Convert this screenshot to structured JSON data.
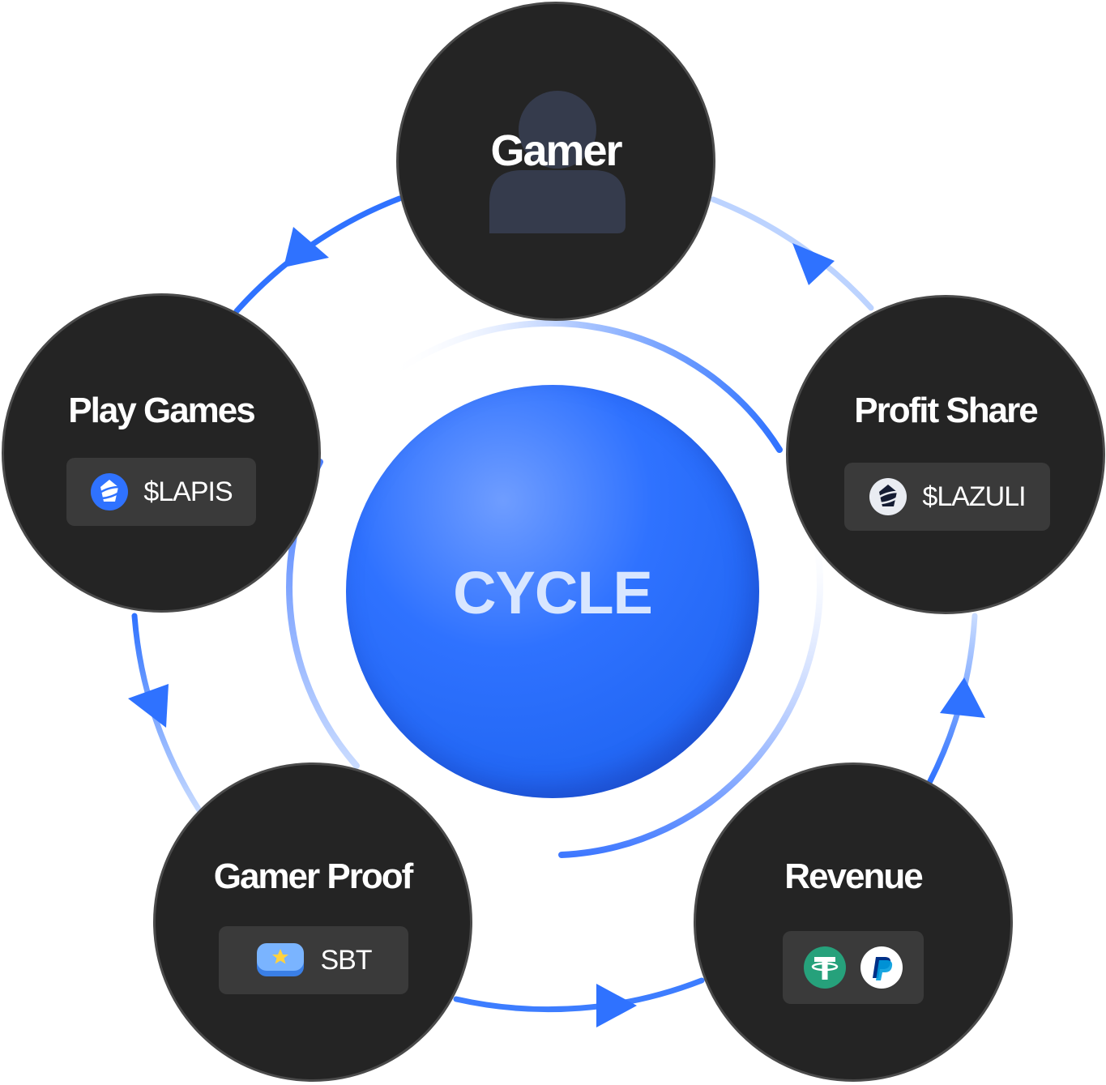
{
  "center": {
    "label": "CYCLE"
  },
  "nodes": {
    "gamer": {
      "title": "Gamer",
      "icon": "user-avatar-icon"
    },
    "play_games": {
      "title": "Play Games",
      "chip": {
        "icon": "lapis-token-icon",
        "label": "$LAPIS"
      }
    },
    "profit_share": {
      "title": "Profit Share",
      "chip": {
        "icon": "lazuli-token-icon",
        "label": "$LAZULI"
      }
    },
    "gamer_proof": {
      "title": "Gamer Proof",
      "chip": {
        "icon": "sbt-badge-icon",
        "label": "SBT"
      }
    },
    "revenue": {
      "title": "Revenue",
      "chip": {
        "icons": [
          "tether-icon",
          "paypal-icon"
        ]
      }
    }
  },
  "colors": {
    "node_bg": "#242424",
    "chip_bg": "#3a3a3a",
    "accent_blue": "#2f72ff",
    "cycle_text": "#d8e6ff"
  }
}
